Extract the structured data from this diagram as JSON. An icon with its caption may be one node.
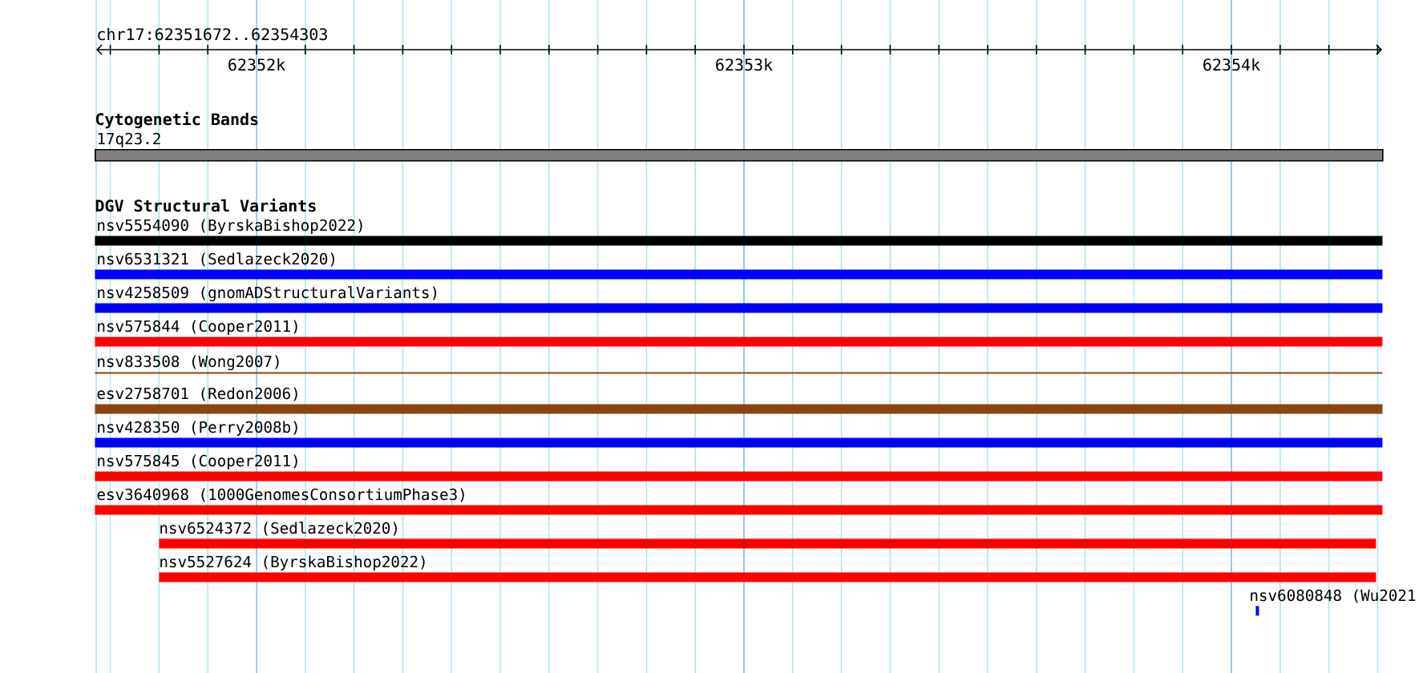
{
  "diagram": {
    "nodes": [
      {
        "text": [
          "17q23.2"
        ]
      },
      {
        "text": [
          "nsv5554090 (ByrskaBishop2022)"
        ]
      },
      {
        "text": [
          "nsv6531321 (Sedlazeck2020)"
        ]
      },
      {
        "text": [
          "nsv4258509 (gnomADStructuralVariants)"
        ]
      },
      {
        "text": [
          "nsv575844 (Cooper2011)"
        ]
      },
      {
        "text": [
          "nsv833508 (Wong2007)"
        ]
      },
      {
        "text": [
          "esv2758701 (Redon2006)"
        ]
      },
      {
        "text": [
          "nsv428350 (Perry2008b)"
        ]
      },
      {
        "text": [
          "nsv575845 (Cooper2011)"
        ]
      },
      {
        "text": [
          "esv3640968 (1000GenomesConsortiumPhase3)"
        ]
      },
      {
        "text": [
          "nsv6524372 (Sedlazeck2020)"
        ]
      },
      {
        "text": [
          "nsv5527624 (ByrskaBishop2022)"
        ]
      },
      {
        "text": [
          "nsv6080848 (Wu2021"
        ]
      }
    ],
    "edges": [],
    "labels": [
      "chr17:62351672..62354303",
      "62352k",
      "62353k",
      "62354k",
      "Cytogenetic Bands",
      "DGV Structural Variants"
    ]
  }
}
